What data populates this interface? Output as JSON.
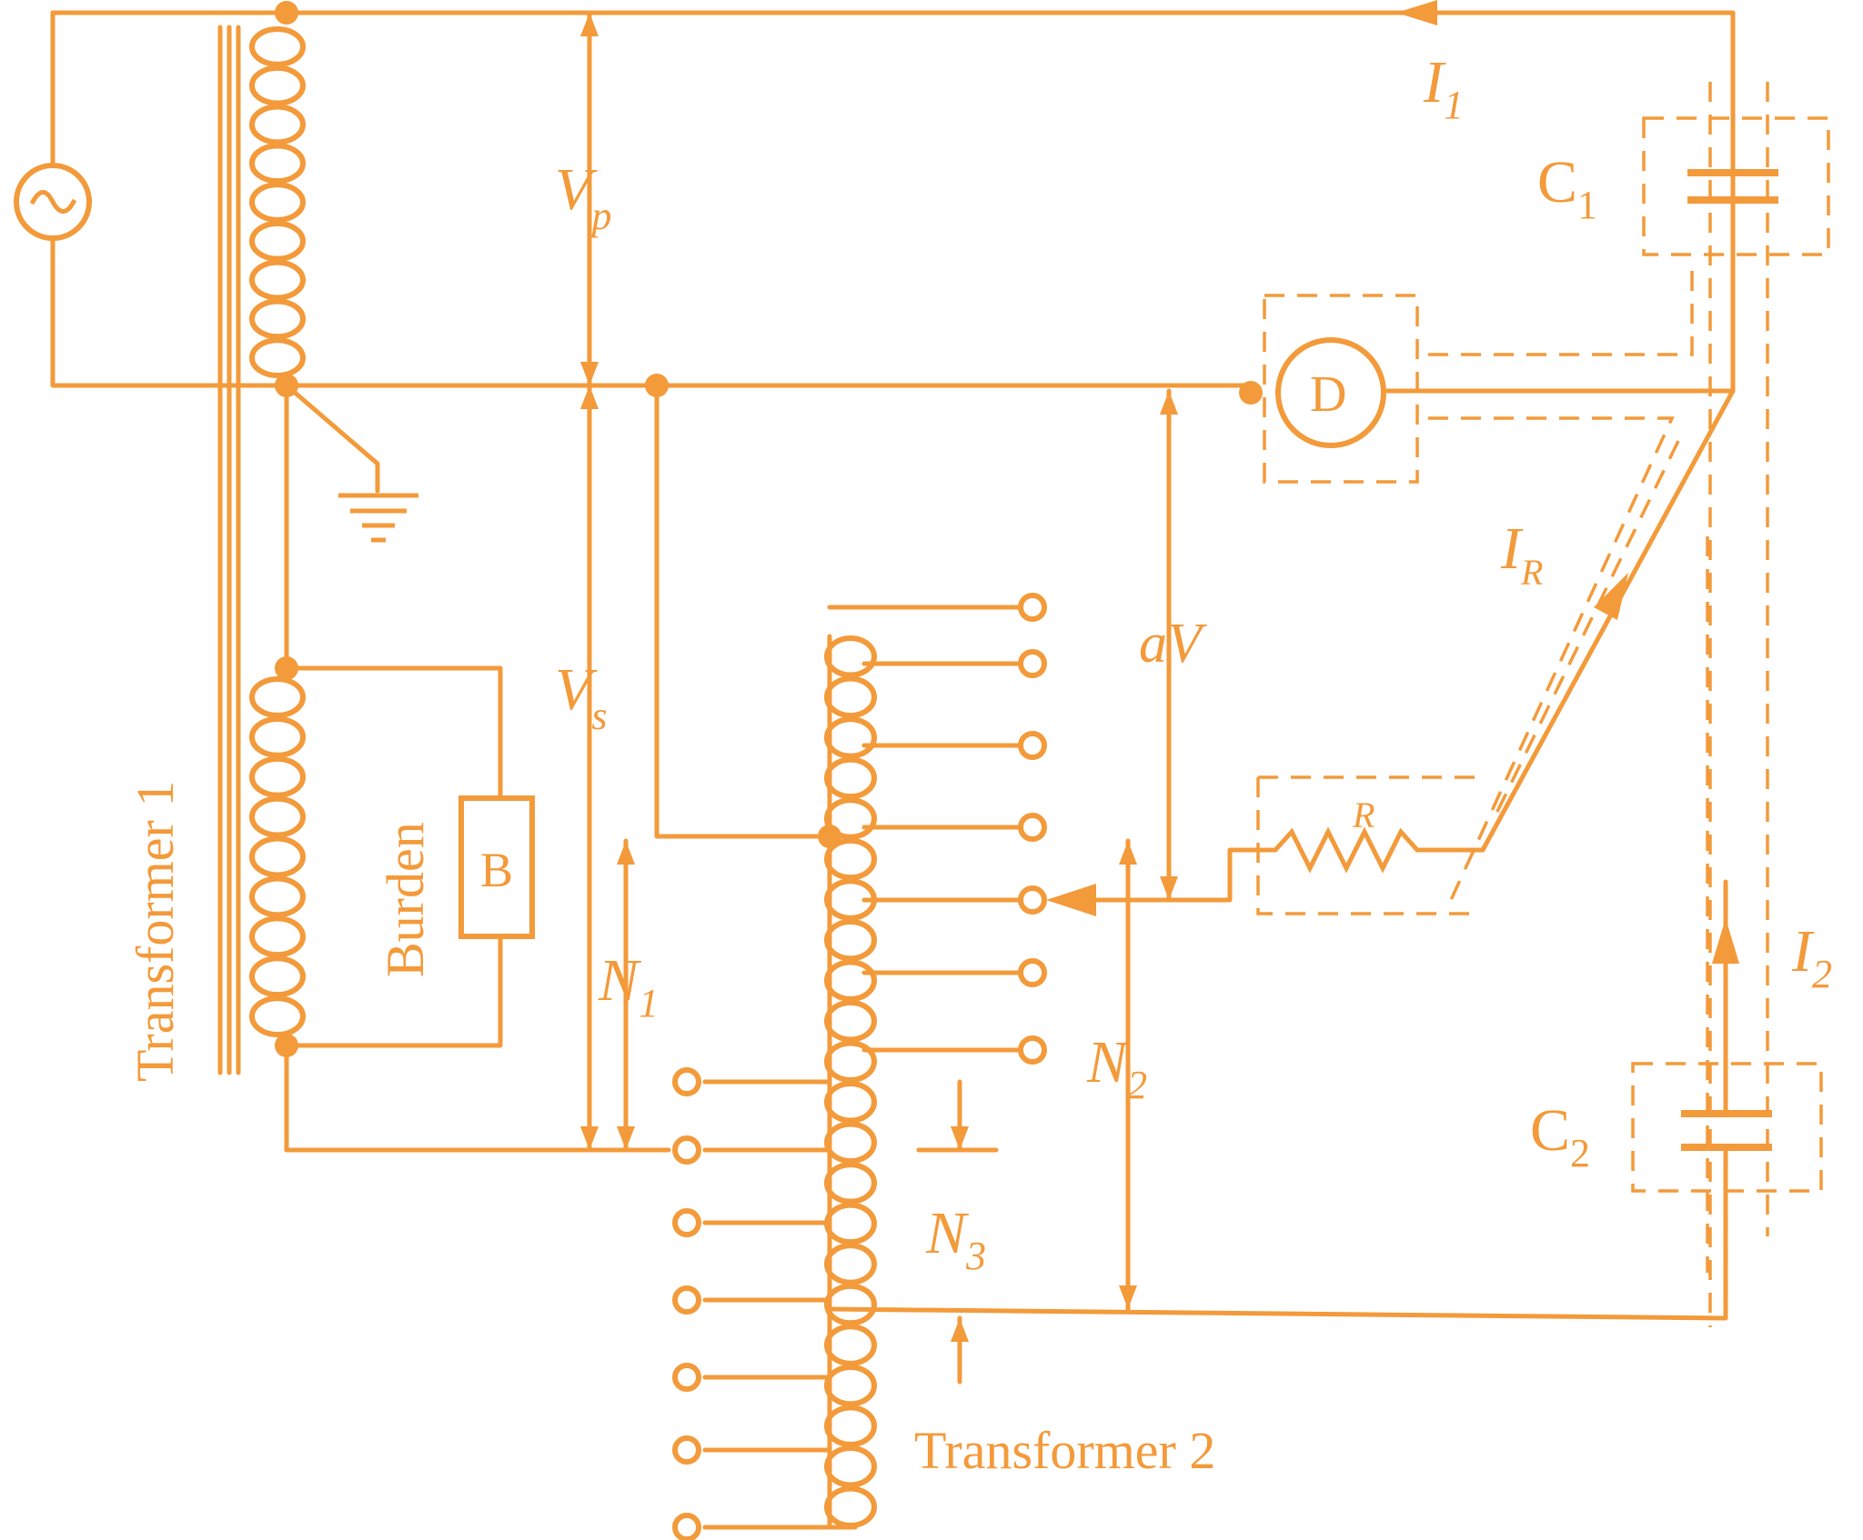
{
  "colors": {
    "ink": "#F39A3A",
    "background": "#ffffff"
  },
  "labels": {
    "transformer1": "Transformer 1",
    "transformer2": "Transformer 2",
    "burden": "Burden",
    "burden_box": "B",
    "detector": "D",
    "resistor": "R",
    "vp_main": "V",
    "vp_sub": "p",
    "vs_main": "V",
    "vs_sub": "s",
    "av": "aV",
    "n1_main": "N",
    "n1_sub": "1",
    "n2_main": "N",
    "n2_sub": "2",
    "n3_main": "N",
    "n3_sub": "3",
    "i1_main": "I",
    "i1_sub": "1",
    "i2_main": "I",
    "i2_sub": "2",
    "ir_main": "I",
    "ir_sub": "R",
    "c1_main": "C",
    "c1_sub": "1",
    "c2_main": "C",
    "c2_sub": "2"
  },
  "icons": {
    "ac_source": "sine-wave-source-icon",
    "ground": "ground-icon"
  }
}
